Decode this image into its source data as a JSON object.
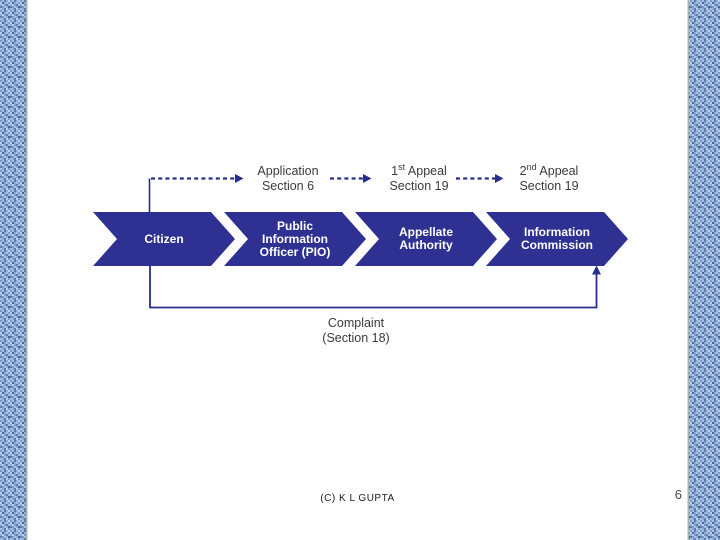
{
  "slide": {
    "process_flow": {
      "top_labels": [
        {
          "line1_pre": "Application",
          "sup": "",
          "line1_post": "",
          "line2": "Section 6"
        },
        {
          "line1_pre": "1",
          "sup": "st",
          "line1_post": " Appeal",
          "line2": "Section 19"
        },
        {
          "line1_pre": "2",
          "sup": "nd",
          "line1_post": " Appeal",
          "line2": "Section 19"
        }
      ],
      "chevrons": [
        {
          "label": "Citizen"
        },
        {
          "label": "Public Information Officer (PIO)"
        },
        {
          "label": "Appellate Authority"
        },
        {
          "label": "Information Commission"
        }
      ],
      "complaint_label": {
        "line1": "Complaint",
        "line2": "(Section 18)"
      }
    },
    "footer": {
      "copyright": "(C) K L GUPTA",
      "page_number": "6"
    }
  },
  "colors": {
    "chevron_fill": "#2e3192",
    "chevron_text": "#ffffff",
    "connector": "#272f8e",
    "label_text": "#3b3b3b"
  }
}
